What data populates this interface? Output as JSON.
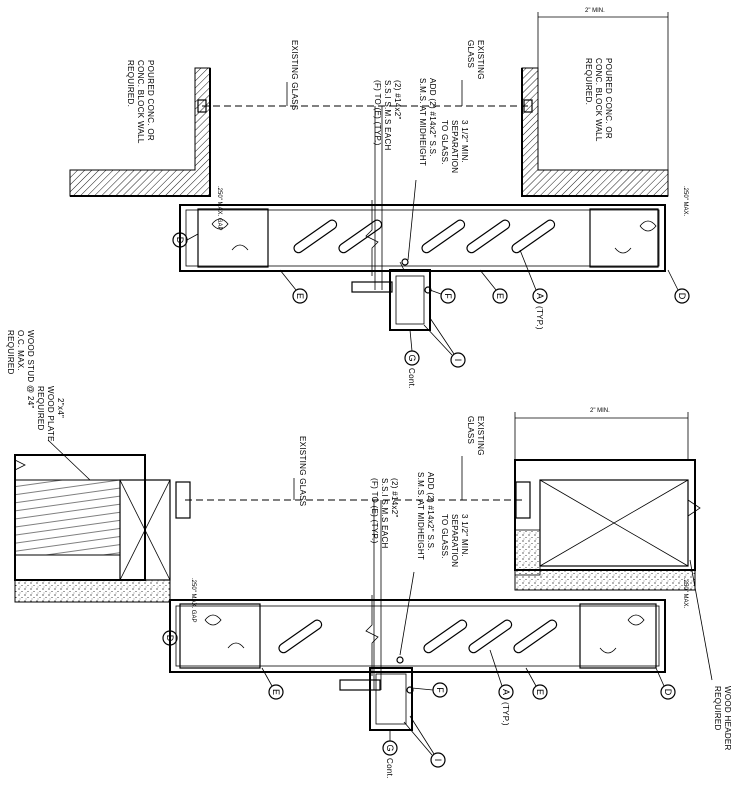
{
  "top_section": {
    "wall_note_left": [
      "POURED CONC. OR",
      "CONC. BLOCK WALL",
      "REQUIRED."
    ],
    "wall_note_right": [
      "POURED CONC. OR",
      "CONC. BLOCK WALL",
      "REQUIRED."
    ],
    "existing_glass_left": "EXISTING GLASS",
    "existing_glass_right": [
      "EXISTING",
      "GLASS"
    ],
    "sms_each": [
      "(2) #14x2\"",
      "S.S.I S.M.S EACH",
      "(F) TO (E) (TYP.)"
    ],
    "add_sms": [
      "ADD (2) #14x2\" S.S.",
      "S.M.S. AT MIDHEIGHT"
    ],
    "separation": [
      "3 1/2\" MIN.",
      "SEPARATION",
      "TO GLASS."
    ],
    "gap_left": ".250\" MAX. GAP",
    "gap_right": ".250\" MAX.",
    "min_dim": "2\" MIN.",
    "callouts": {
      "D": "D",
      "E": "E",
      "F": "F",
      "A": "A",
      "A_typ": "(TYP.)",
      "G": "G",
      "G_cont": "Cont.",
      "I": "I"
    }
  },
  "bottom_section": {
    "stud_note": [
      "2\"x4\"",
      "WOOD PLATE",
      "REQUIRED",
      "WOOD STUD @ 24\"",
      "O.C. MAX.",
      "REQUIRED"
    ],
    "header_note": [
      "WOOD HEADER",
      "REQUIRED"
    ],
    "existing_glass_left": "EXISTING GLASS",
    "existing_glass_right": [
      "EXISTING",
      "GLASS"
    ],
    "sms_each": [
      "(2) #14x2\"",
      "S.S.I S.M.S EACH",
      "(F) TO (E) (TYP.)"
    ],
    "add_sms": [
      "ADD (2) #14x2\" S.S.",
      "S.M.S. AT MIDHEIGHT"
    ],
    "separation": [
      "3 1/2\" MIN.",
      "SEPARATION",
      "TO GLASS."
    ],
    "gap_left": ".250\" MAX. GAP",
    "gap_right": ".250\" MAX.",
    "min_dim": "2\" MIN.",
    "callouts": {
      "D": "D",
      "E": "E",
      "F": "F",
      "A": "A",
      "A_typ": "(TYP.)",
      "G": "G",
      "G_cont": "Cont.",
      "I": "I"
    }
  }
}
